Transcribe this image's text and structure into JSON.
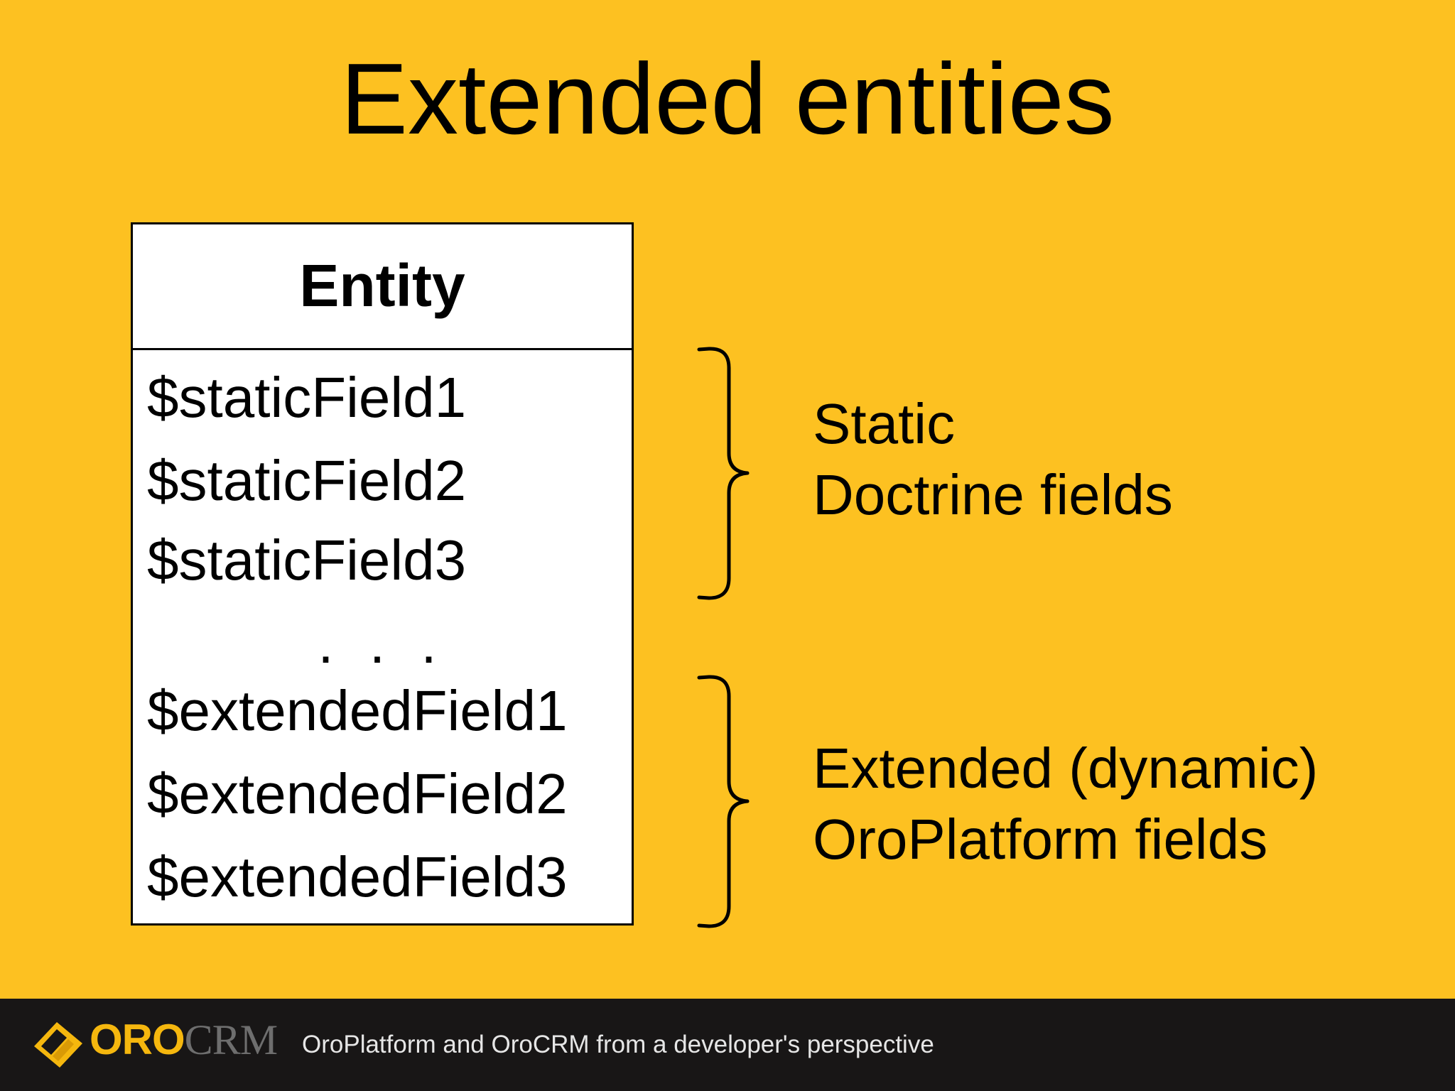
{
  "slide": {
    "title": "Extended entities",
    "background_color": "#FDC121"
  },
  "entity": {
    "name": "Entity",
    "static_fields": [
      "$staticField1",
      "$staticField2",
      "$staticField3"
    ],
    "ellipsis": ". . .",
    "extended_fields": [
      "$extendedField1",
      "$extendedField2",
      "$extendedField3"
    ]
  },
  "groups": {
    "static": {
      "line1": "Static",
      "line2": "Doctrine fields",
      "icon": "right-curly-brace"
    },
    "extended": {
      "line1": "Extended (dynamic)",
      "line2": "OroPlatform fields",
      "icon": "right-curly-brace"
    }
  },
  "footer": {
    "logo_part1": "ORO",
    "logo_part2": "CRM",
    "logo_icon": "orocrm-diamond-logo",
    "caption": "OroPlatform and OroCRM from a developer's perspective",
    "bar_color": "#181616",
    "accent_color": "#F5B70E"
  }
}
